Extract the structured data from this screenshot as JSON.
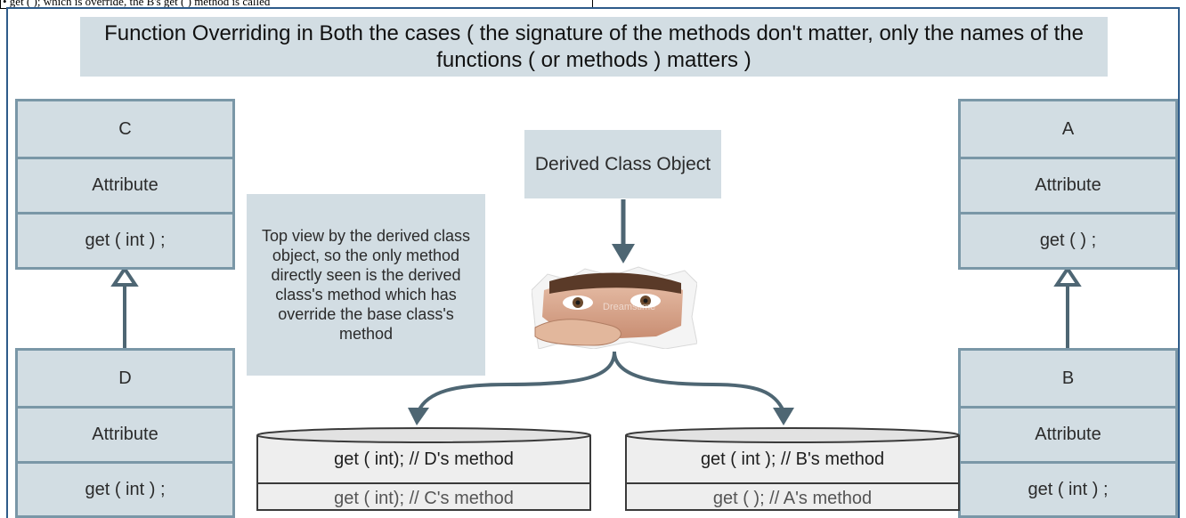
{
  "header_strip": {
    "text": "• get ( ); which is override, the B's get ( ) method is called"
  },
  "title": "Function Overriding in Both the cases ( the signature of the methods don't matter, only the names of the functions ( or methods ) matters )",
  "class_c": {
    "name": "C",
    "attribute": "Attribute",
    "method": "get ( int ) ;"
  },
  "class_d": {
    "name": "D",
    "attribute": "Attribute",
    "method": "get ( int ) ;"
  },
  "class_a": {
    "name": "A",
    "attribute": "Attribute",
    "method": "get ( ) ;"
  },
  "class_b": {
    "name": "B",
    "attribute": "Attribute",
    "method": "get ( int ) ;"
  },
  "note": "Top view by the derived class object, so the only method directly seen is the derived class's method which has override the base class's method",
  "derived_box": "Derived Class Object",
  "watermark": "Dreamstime",
  "stack_left": {
    "top": "get ( int); // D's method",
    "bottom": "get ( int); // C's method"
  },
  "stack_right": {
    "top": "get ( int ); // B's method",
    "bottom": "get ( ); // A's method"
  },
  "colors": {
    "box_fill": "#d2dde3",
    "box_border": "#7a97a7",
    "arrow": "#4e6673",
    "frame": "#2e5b8a"
  }
}
